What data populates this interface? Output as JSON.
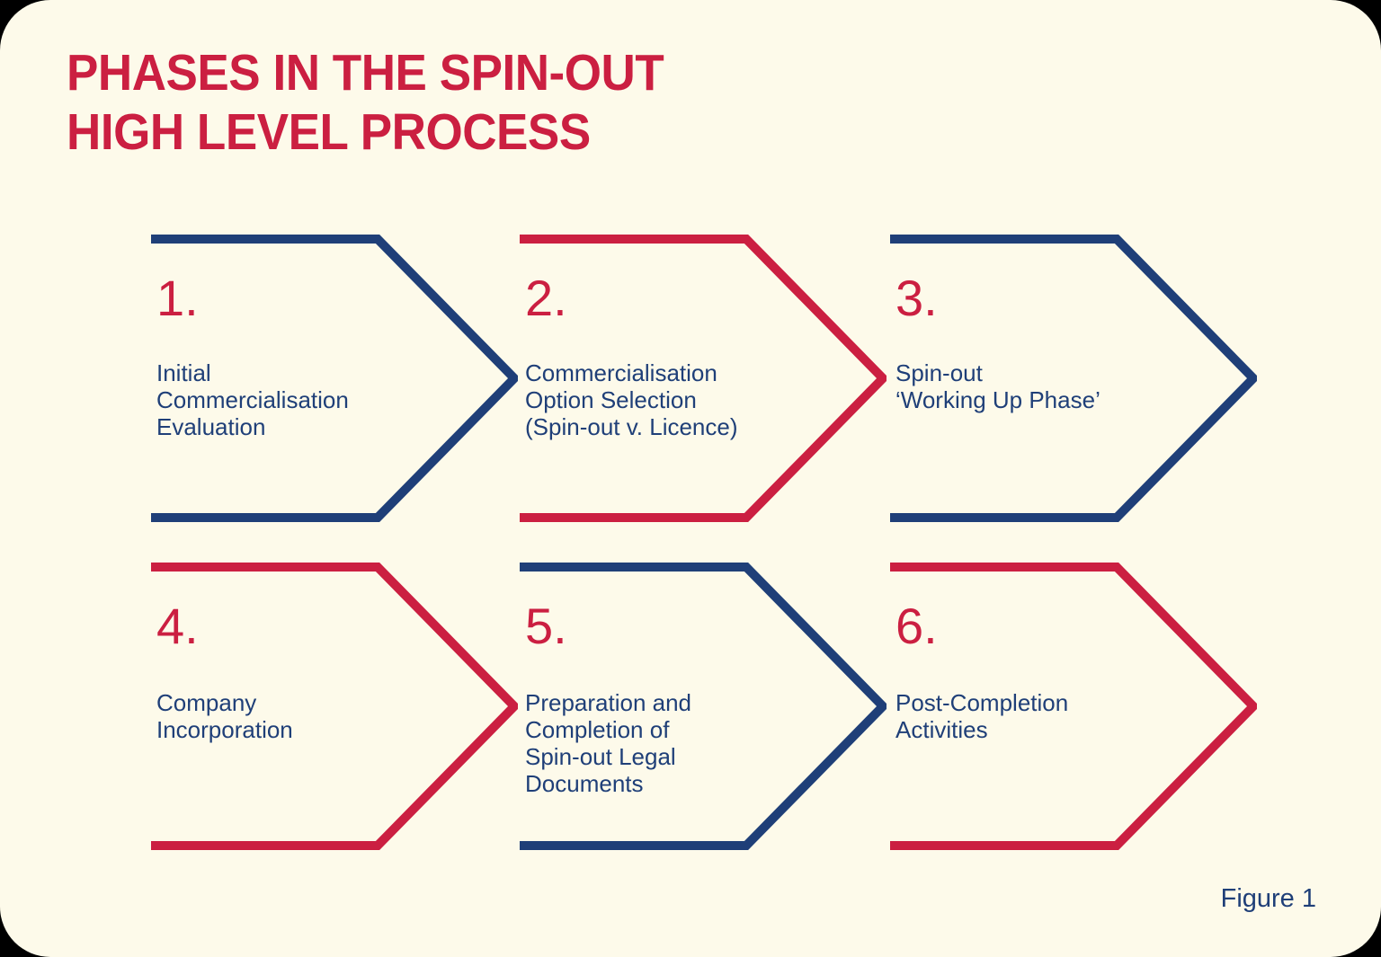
{
  "figure": {
    "title": "PHASES IN THE SPIN-OUT\nHIGH LEVEL PROCESS",
    "caption": "Figure 1"
  },
  "colors": {
    "background": "#FDFAEA",
    "navy": "#1F3F78",
    "red": "#CB1F41",
    "title_color": "#CB1F41",
    "number_color": "#CB1F41",
    "body_text_color": "#1F3F78"
  },
  "chart_data": {
    "type": "diagram",
    "diagram_type": "chevron-process-flow",
    "title": "PHASES IN THE SPIN-OUT HIGH LEVEL PROCESS",
    "orientation": "left-to-right, two rows of three",
    "steps": [
      {
        "number": "1.",
        "label": "Initial\nCommercialisation\nEvaluation",
        "outline_color": "#1F3F78",
        "row": 1,
        "col": 1
      },
      {
        "number": "2.",
        "label": "Commercialisation\nOption Selection\n(Spin-out v. Licence)",
        "outline_color": "#CB1F41",
        "row": 1,
        "col": 2
      },
      {
        "number": "3.",
        "label": "Spin-out\n‘Working Up Phase’",
        "outline_color": "#1F3F78",
        "row": 1,
        "col": 3
      },
      {
        "number": "4.",
        "label": "Company\nIncorporation",
        "outline_color": "#CB1F41",
        "row": 2,
        "col": 1
      },
      {
        "number": "5.",
        "label": "Preparation and\nCompletion of\nSpin-out Legal\nDocuments",
        "outline_color": "#1F3F78",
        "row": 2,
        "col": 2
      },
      {
        "number": "6.",
        "label": "Post-Completion\nActivities",
        "outline_color": "#CB1F41",
        "row": 2,
        "col": 3
      }
    ],
    "caption": "Figure 1"
  }
}
